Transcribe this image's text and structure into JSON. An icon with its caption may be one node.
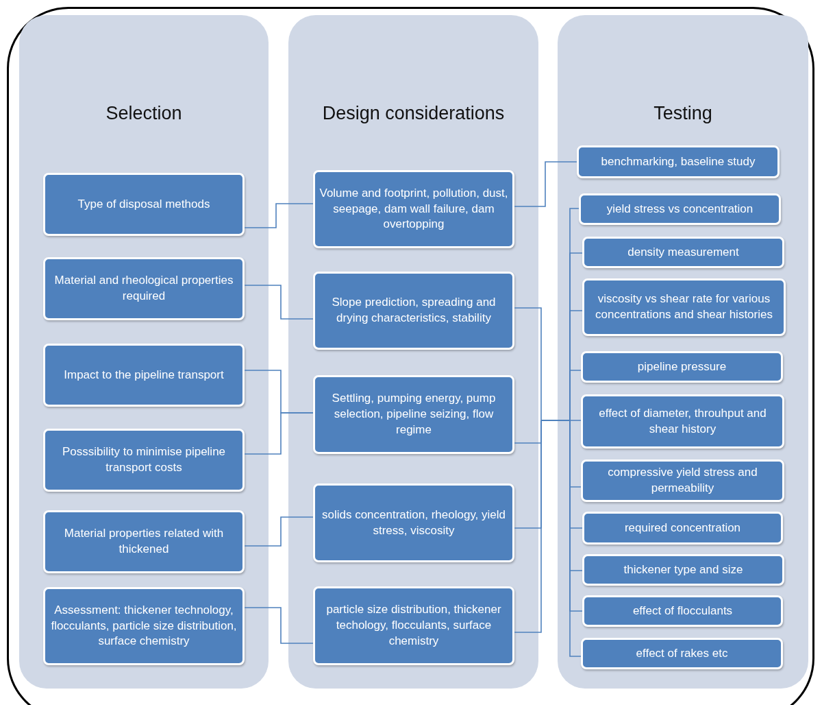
{
  "diagram": {
    "nodes": [
      {
        "text": [
          "Selection"
        ]
      },
      {
        "text": [
          "Design considerations"
        ]
      },
      {
        "text": [
          "Testing"
        ]
      },
      {
        "text": [
          "Type of disposal methods"
        ],
        "in": 0
      },
      {
        "text": [
          "Material and rheological properties required"
        ],
        "in": 0
      },
      {
        "text": [
          "Impact to the pipeline transport"
        ],
        "in": 0
      },
      {
        "text": [
          "Posssibility to minimise pipeline transport costs"
        ],
        "in": 0
      },
      {
        "text": [
          "Material properties related with thickened"
        ],
        "in": 0
      },
      {
        "text": [
          "Assessment: thickener technology, flocculants, particle size distribution, surface chemistry"
        ],
        "in": 0
      },
      {
        "text": [
          "Volume and footprint, pollution, dust, seepage, dam wall failure, dam overtopping"
        ],
        "in": 1
      },
      {
        "text": [
          "Slope prediction, spreading and drying characteristics, stability"
        ],
        "in": 1
      },
      {
        "text": [
          "Settling, pumping energy, pump selection, pipeline seizing, flow regime"
        ],
        "in": 1
      },
      {
        "text": [
          "solids concentration, rheology, yield stress, viscosity"
        ],
        "in": 1
      },
      {
        "text": [
          "particle size distribution, thickener techology, flocculants, surface chemistry"
        ],
        "in": 1
      },
      {
        "text": [
          "benchmarking, baseline study"
        ],
        "in": 2
      },
      {
        "text": [
          "yield stress vs concentration"
        ],
        "in": 2
      },
      {
        "text": [
          "density measurement"
        ],
        "in": 2
      },
      {
        "text": [
          "viscosity vs shear rate for various concentrations and shear histories"
        ],
        "in": 2
      },
      {
        "text": [
          "pipeline pressure"
        ],
        "in": 2
      },
      {
        "text": [
          "effect of diameter, throuhput and shear history"
        ],
        "in": 2
      },
      {
        "text": [
          "compressive yield stress and permeability"
        ],
        "in": 2
      },
      {
        "text": [
          "required concentration"
        ],
        "in": 2
      },
      {
        "text": [
          "thickener type and size"
        ],
        "in": 2
      },
      {
        "text": [
          "effect of flocculants"
        ],
        "in": 2
      },
      {
        "text": [
          "effect of rakes etc"
        ],
        "in": 2
      }
    ],
    "edges": [
      {
        "from": 3,
        "to": 9,
        "arrow": "none"
      },
      {
        "from": 4,
        "to": 10,
        "arrow": "none"
      },
      {
        "from": 5,
        "to": 11,
        "arrow": "none"
      },
      {
        "from": 6,
        "to": 11,
        "arrow": "none"
      },
      {
        "from": 7,
        "to": 12,
        "arrow": "none"
      },
      {
        "from": 8,
        "to": 13,
        "arrow": "none"
      },
      {
        "from": 9,
        "to": 14,
        "arrow": "none"
      },
      {
        "from": 10,
        "to": 15,
        "arrow": "none"
      },
      {
        "from": 10,
        "to": 16,
        "arrow": "none"
      },
      {
        "from": 10,
        "to": 17,
        "arrow": "none"
      },
      {
        "from": 10,
        "to": 18,
        "arrow": "none"
      },
      {
        "from": 10,
        "to": 19,
        "arrow": "none"
      },
      {
        "from": 10,
        "to": 20,
        "arrow": "none"
      },
      {
        "from": 10,
        "to": 21,
        "arrow": "none"
      },
      {
        "from": 10,
        "to": 22,
        "arrow": "none"
      },
      {
        "from": 10,
        "to": 23,
        "arrow": "none"
      },
      {
        "from": 10,
        "to": 24,
        "arrow": "none"
      },
      {
        "from": 11,
        "to": 15,
        "arrow": "none"
      },
      {
        "from": 11,
        "to": 16,
        "arrow": "none"
      },
      {
        "from": 11,
        "to": 17,
        "arrow": "none"
      },
      {
        "from": 11,
        "to": 18,
        "arrow": "none"
      },
      {
        "from": 11,
        "to": 19,
        "arrow": "none"
      },
      {
        "from": 11,
        "to": 20,
        "arrow": "none"
      },
      {
        "from": 11,
        "to": 21,
        "arrow": "none"
      },
      {
        "from": 11,
        "to": 22,
        "arrow": "none"
      },
      {
        "from": 11,
        "to": 23,
        "arrow": "none"
      },
      {
        "from": 11,
        "to": 24,
        "arrow": "none"
      },
      {
        "from": 12,
        "to": 15,
        "arrow": "none"
      },
      {
        "from": 12,
        "to": 16,
        "arrow": "none"
      },
      {
        "from": 12,
        "to": 17,
        "arrow": "none"
      },
      {
        "from": 12,
        "to": 18,
        "arrow": "none"
      },
      {
        "from": 12,
        "to": 19,
        "arrow": "none"
      },
      {
        "from": 12,
        "to": 20,
        "arrow": "none"
      },
      {
        "from": 12,
        "to": 21,
        "arrow": "none"
      },
      {
        "from": 12,
        "to": 22,
        "arrow": "none"
      },
      {
        "from": 12,
        "to": 23,
        "arrow": "none"
      },
      {
        "from": 12,
        "to": 24,
        "arrow": "none"
      },
      {
        "from": 13,
        "to": 15,
        "arrow": "none"
      },
      {
        "from": 13,
        "to": 16,
        "arrow": "none"
      },
      {
        "from": 13,
        "to": 17,
        "arrow": "none"
      },
      {
        "from": 13,
        "to": 18,
        "arrow": "none"
      },
      {
        "from": 13,
        "to": 19,
        "arrow": "none"
      },
      {
        "from": 13,
        "to": 20,
        "arrow": "none"
      },
      {
        "from": 13,
        "to": 21,
        "arrow": "none"
      },
      {
        "from": 13,
        "to": 22,
        "arrow": "none"
      },
      {
        "from": 13,
        "to": 23,
        "arrow": "none"
      },
      {
        "from": 13,
        "to": 24,
        "arrow": "none"
      }
    ]
  }
}
